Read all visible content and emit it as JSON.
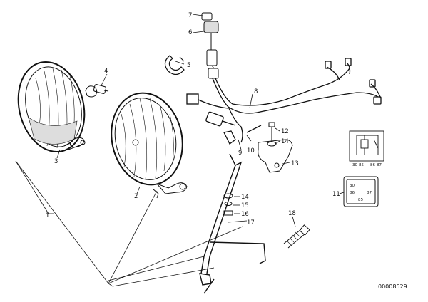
{
  "callouts": [
    {
      "id": "c1",
      "label": "1"
    },
    {
      "id": "c2",
      "label": "2"
    },
    {
      "id": "c3",
      "label": "3"
    },
    {
      "id": "c4",
      "label": "4"
    },
    {
      "id": "c5",
      "label": "5"
    },
    {
      "id": "c6",
      "label": "6"
    },
    {
      "id": "c7",
      "label": "7"
    },
    {
      "id": "c8",
      "label": "8"
    },
    {
      "id": "c9",
      "label": "9"
    },
    {
      "id": "c10",
      "label": "10"
    },
    {
      "id": "c11",
      "label": "11"
    },
    {
      "id": "c12",
      "label": "12"
    },
    {
      "id": "c13",
      "label": "13"
    },
    {
      "id": "c14a",
      "label": "14"
    },
    {
      "id": "c14b",
      "label": "14"
    },
    {
      "id": "c15",
      "label": "15"
    },
    {
      "id": "c16",
      "label": "16"
    },
    {
      "id": "c17",
      "label": "17"
    },
    {
      "id": "c18",
      "label": "18"
    }
  ],
  "relay_schematic": {
    "pins": [
      "30",
      "85",
      "86",
      "87"
    ]
  },
  "relay_face": {
    "pins": [
      "30",
      "86",
      "85",
      "87"
    ]
  },
  "diagram_code": "00008529"
}
